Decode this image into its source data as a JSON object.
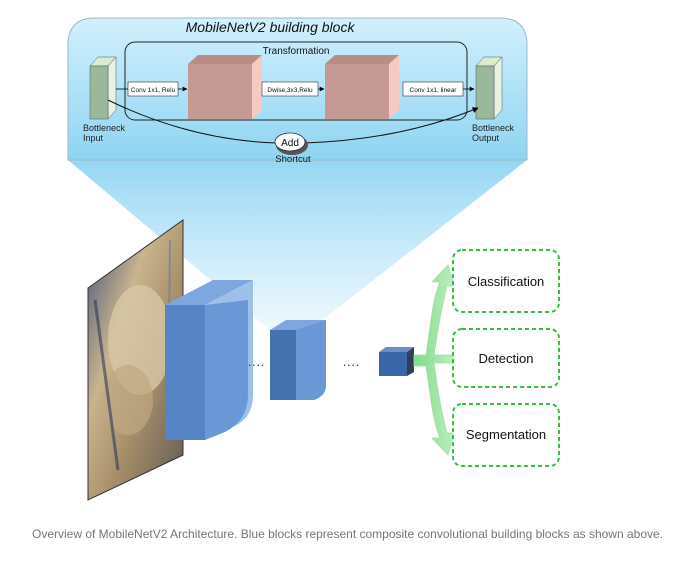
{
  "block": {
    "title": "MobileNetV2 building block",
    "transformation_label": "Transformation",
    "input_label": [
      "Bottleneck",
      "Input"
    ],
    "output_label": [
      "Bottleneck",
      "Output"
    ],
    "op1": "Conv 1x1, Relu",
    "op2": "Dwise,3x3,Relu",
    "op3": "Conv 1x1, linear",
    "add_label": "Add",
    "shortcut_label": "Shortcut"
  },
  "network": {
    "dots1": "····",
    "dots2": "····"
  },
  "heads": [
    "Classification",
    "Detection",
    "Segmentation"
  ],
  "caption": "Overview of MobileNetV2 Architecture. Blue blocks represent composite convolutional building blocks as shown above.",
  "colors": {
    "panel_gradient_top": "#cfeefd",
    "panel_gradient_bottom": "#8fd5f2",
    "block_blue": "#5b8fd4",
    "block_blue_dark": "#3e6eab",
    "tensor_red": "#d59f98",
    "tensor_green": "#b7d6a8",
    "head_green": "#2ec23a",
    "arrow_green": "#c6f0c4"
  }
}
